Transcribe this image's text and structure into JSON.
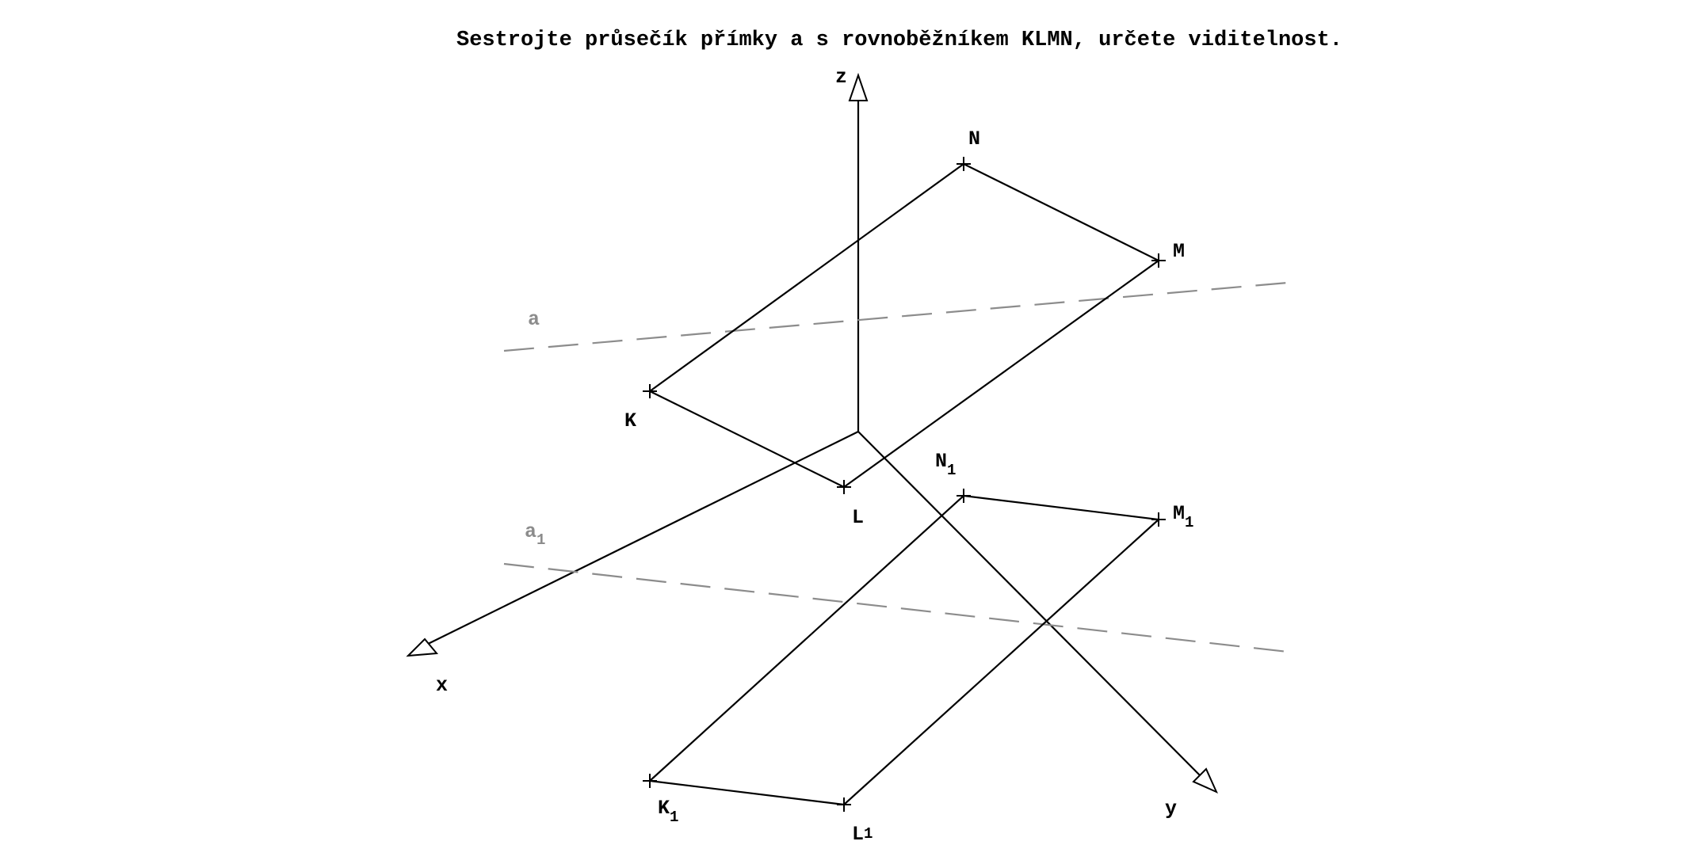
{
  "title": "Sestrojte průsečík přímky a s rovnoběžníkem KLMN, určete viditelnost.",
  "axes": {
    "x": "x",
    "y": "y",
    "z": "z"
  },
  "line": {
    "a": "a",
    "a1": {
      "main": "a",
      "sub": "1"
    }
  },
  "parallelogram": {
    "K": "K",
    "L": "L",
    "M": "M",
    "N": "N"
  },
  "ground_plan": {
    "K1": {
      "main": "K",
      "sub": "1"
    },
    "L1": {
      "main": "L",
      "sub": "1"
    },
    "M1": {
      "main": "M",
      "sub": "1"
    },
    "N1": {
      "main": "N",
      "sub": "1"
    }
  },
  "colors": {
    "ink": "#000000",
    "auxiliary_line": "#8c8c8c"
  }
}
